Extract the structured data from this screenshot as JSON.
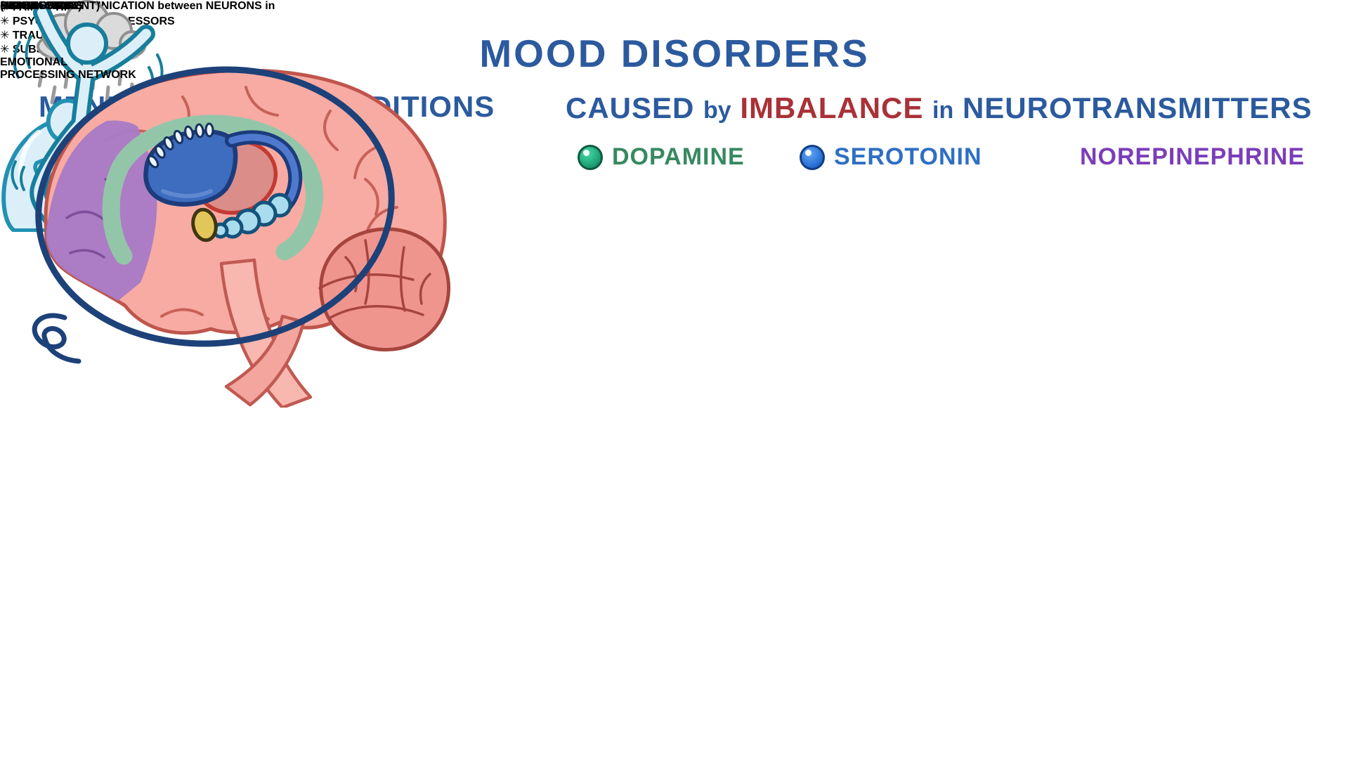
{
  "title": "MOOD DISORDERS",
  "left_section": {
    "heading": "MENTAL HEALTH CONDITIONS",
    "depression": {
      "label": "DEPRESSION",
      "sub": "(↑↑↑ SADNESS)"
    },
    "mania": {
      "label": "MANIA",
      "sub": "(↑↑↑ EXCITEMENT)"
    }
  },
  "risk_factors": {
    "heading": "RISK FACTORS",
    "bullet": "✳",
    "items": [
      {
        "label": "FAMILY HISTORY"
      },
      {
        "label": "PSYCHOSOCIAL STRESSORS"
      },
      {
        "label": "TRAUMA"
      },
      {
        "label": "SUBSTANCE MISUSE"
      }
    ]
  },
  "cause_section": {
    "caused": "CAUSED",
    "by": "by",
    "imbalance": "IMBALANCE",
    "in": "in",
    "neurotransmitters": "NEUROTRANSMITTERS",
    "legend": [
      {
        "label": "DOPAMINE",
        "text_color": "#37895f",
        "dot_color": "#1fa176"
      },
      {
        "label": "SEROTONIN",
        "text_color": "#2e6fc4",
        "dot_color": "#2a72d8"
      },
      {
        "label": "NOREPINEPHRINE",
        "text_color": "#7b3db9",
        "dot_color": "#8326cf"
      }
    ],
    "arrow": "↓"
  },
  "impaired_line": {
    "impaired": "IMPAIRED COMMUNICATION",
    "between": "between",
    "neurons": "NEURONS",
    "in": "in"
  },
  "brain": {
    "label_line1": "EMOTIONAL",
    "label_line2": "PROCESSING NETWORK"
  },
  "icons": {
    "depression": "sad-person-rain-cloud-icon",
    "mania": "jumping-person-icon",
    "dopamine": "green-sphere-icon",
    "serotonin": "blue-sphere-icon",
    "norepinephrine": "purple-sphere-icon",
    "flow": "down-arrow-icon",
    "network": "navy-ellipse-ring"
  },
  "colors": {
    "heading_blue": "#2b5a9e",
    "alert_red": "#a93137",
    "risk_heading_maroon": "#8c2b2b",
    "risk_item_red": "#c2413d",
    "depression_purple": "#5b3a8e",
    "sadness_purple": "#9064b8",
    "mania_brown": "#a3591f",
    "excitement_orange": "#d98b50",
    "network_navy": "#1d4179",
    "brain_pink": "#f7aba3",
    "brain_outline": "#bf554c",
    "prefrontal_purple": "#a97bc5",
    "cingulate_green": "#93c6a9",
    "corpus_blue": "#3e6cbf",
    "hippocampus_lightblue": "#a9dcec",
    "amygdala_yellow": "#e3c65a",
    "thalamus_red": "#c23b33"
  }
}
